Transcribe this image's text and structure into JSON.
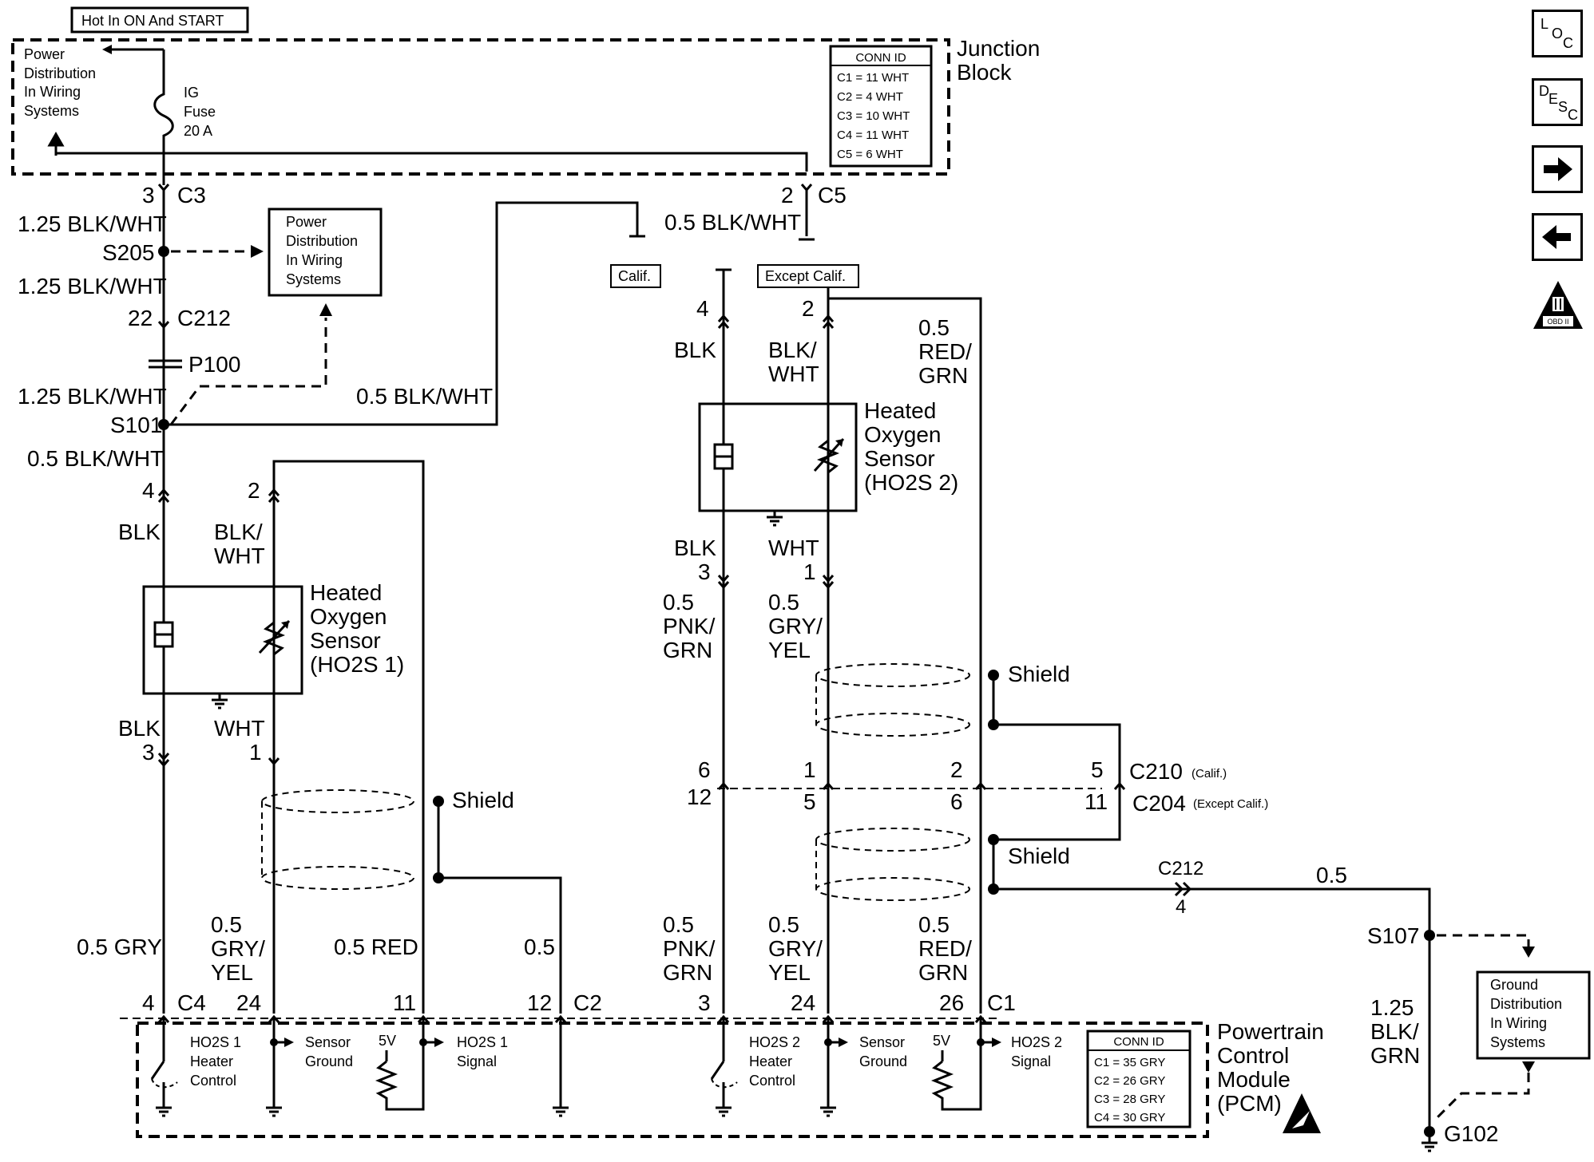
{
  "header": {
    "title": "Hot In ON And START"
  },
  "junction_block": {
    "label_line1": "Junction",
    "label_line2": "Block",
    "power_dist": [
      "Power",
      "Distribution",
      "In Wiring",
      "Systems"
    ],
    "fuse": [
      "IG",
      "Fuse",
      "20 A"
    ],
    "conn_title": "CONN ID",
    "conn_items": [
      "C1 = 11 WHT",
      "C2 = 4 WHT",
      "C3 = 10 WHT",
      "C4 = 11 WHT",
      "C5 = 6 WHT"
    ]
  },
  "left_column": {
    "c3_pin": "3",
    "c3": "C3",
    "wire1": "1.25 BLK/WHT",
    "s205": "S205",
    "wire2": "1.25 BLK/WHT",
    "c212_pin": "22",
    "c212": "C212",
    "p100": "P100",
    "wire3": "1.25 BLK/WHT",
    "s101": "S101",
    "wire4": "0.5 BLK/WHT",
    "pd_box": [
      "Power",
      "Distribution",
      "In Wiring",
      "Systems"
    ],
    "s101_branch": "0.5 BLK/WHT"
  },
  "c5": {
    "pin": "2",
    "name": "C5",
    "wire": "0.5 BLK/WHT",
    "calif": "Calif.",
    "except_calif": "Except Calif."
  },
  "sensor1": {
    "name": [
      "Heated",
      "Oxygen",
      "Sensor",
      "(HO2S 1)"
    ],
    "pin4": "4",
    "pin2": "2",
    "blk": "BLK",
    "blkwht1": "BLK/",
    "blkwht2": "WHT",
    "blk_bottom": "BLK",
    "pin3": "3",
    "wht_bottom": "WHT",
    "pin1": "1",
    "shield": "Shield"
  },
  "sensor2": {
    "name": [
      "Heated",
      "Oxygen",
      "Sensor",
      "(HO2S 2)"
    ],
    "pin4": "4",
    "pin2": "2",
    "blk": "BLK",
    "blkwht1": "BLK/",
    "blkwht2": "WHT",
    "redgrn": [
      "0.5",
      "RED/",
      "GRN"
    ],
    "blk_bottom": "BLK",
    "pin3": "3",
    "wht_bottom": "WHT",
    "pin1": "1",
    "pnk": [
      "0.5",
      "PNK/",
      "GRN"
    ],
    "gry": [
      "0.5",
      "GRY/",
      "YEL"
    ],
    "shield_top": "Shield",
    "shield_bottom": "Shield"
  },
  "c210": {
    "pins_top": [
      "6",
      "1",
      "2",
      "5"
    ],
    "pins_bottom": [
      "12",
      "5",
      "6",
      "11"
    ],
    "c210": "C210",
    "c210_note": "(Calif.)",
    "c204": "C204",
    "c204_note": "(Except Calif.)"
  },
  "ground_run": {
    "c212": "C212",
    "pin": "4",
    "wire": "0.5",
    "s107": "S107",
    "wire_down": [
      "1.25",
      "BLK/",
      "GRN"
    ],
    "g102": "G102",
    "gd_box": [
      "Ground",
      "Distribution",
      "In Wiring",
      "Systems"
    ]
  },
  "pcm_wires_left": {
    "gry": "0.5 GRY",
    "gryyel": [
      "0.5",
      "GRY/",
      "YEL"
    ],
    "red": "0.5 RED",
    "p5": "0.5",
    "pins": [
      "4",
      "24",
      "11",
      "12"
    ],
    "c4": "C4",
    "c2": "C2"
  },
  "pcm_wires_right": {
    "pnk": [
      "0.5",
      "PNK/",
      "GRN"
    ],
    "gry": [
      "0.5",
      "GRY/",
      "YEL"
    ],
    "red": [
      "0.5",
      "RED/",
      "GRN"
    ],
    "pins": [
      "3",
      "24",
      "26"
    ],
    "c1": "C1"
  },
  "pcm": {
    "name": [
      "Powertrain",
      "Control",
      "Module",
      "(PCM)"
    ],
    "ho2s1_heater": [
      "HO2S 1",
      "Heater",
      "Control"
    ],
    "sensor_ground": [
      "Sensor",
      "Ground"
    ],
    "v5": "5V",
    "ho2s1_signal": [
      "HO2S 1",
      "Signal"
    ],
    "ho2s2_heater": [
      "HO2S 2",
      "Heater",
      "Control"
    ],
    "sensor_ground2": [
      "Sensor",
      "Ground"
    ],
    "v5b": "5V",
    "ho2s2_signal": [
      "HO2S 2",
      "Signal"
    ],
    "conn_title": "CONN ID",
    "conn_items": [
      "C1 = 35 GRY",
      "C2 = 26 GRY",
      "C3 = 28 GRY",
      "C4 = 30 GRY"
    ]
  },
  "nav": {
    "loc": [
      "L",
      "O",
      "C"
    ],
    "desc": [
      "D",
      "E",
      "S",
      "C"
    ],
    "obd": "OBD II",
    "next_icon": "arrow-right-icon",
    "prev_icon": "arrow-left-icon"
  }
}
